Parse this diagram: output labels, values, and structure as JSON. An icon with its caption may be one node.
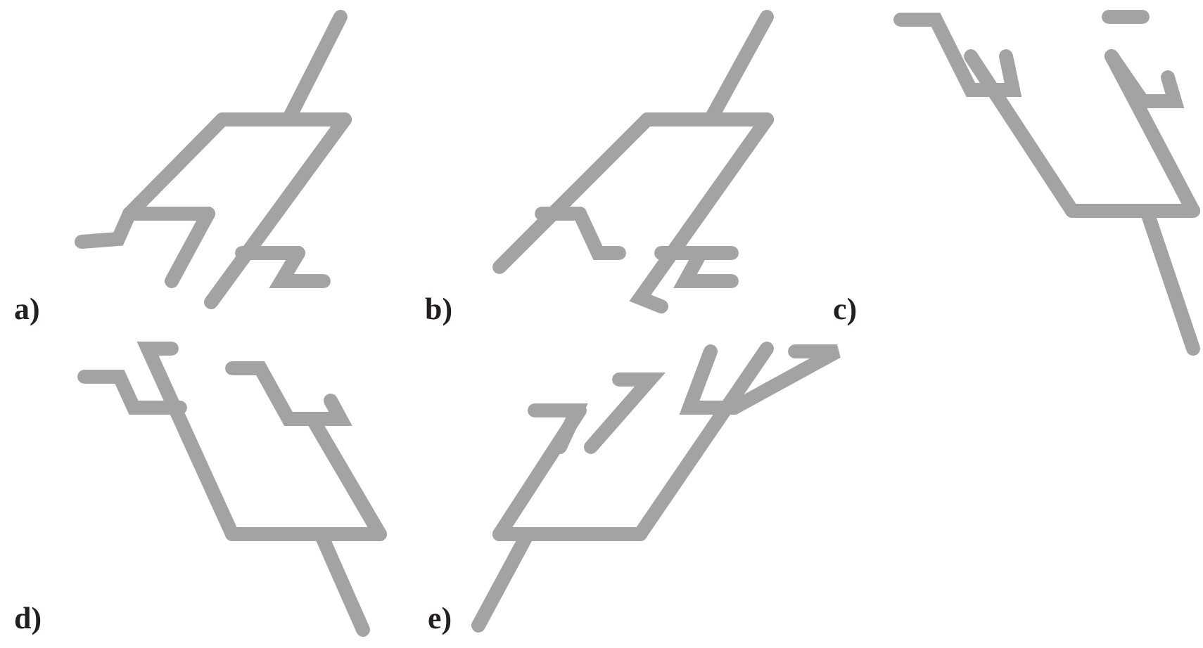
{
  "diagram": {
    "labels": [
      "a)",
      "b)",
      "c)",
      "d)",
      "e)"
    ]
  }
}
